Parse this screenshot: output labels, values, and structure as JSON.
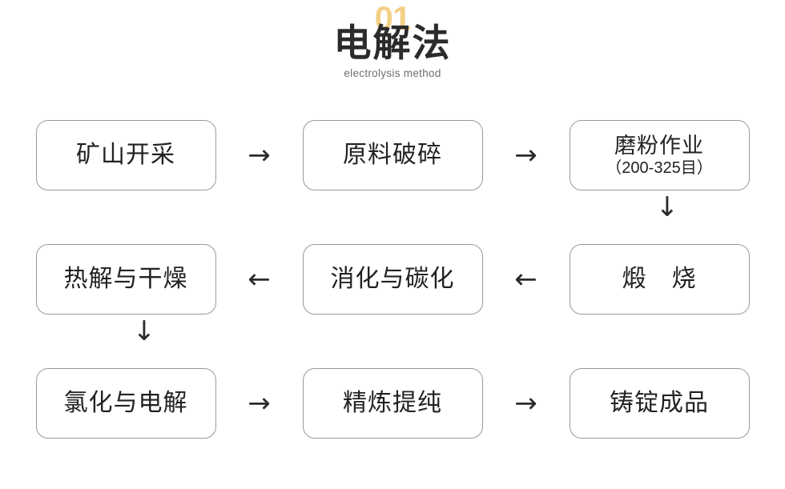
{
  "header": {
    "number": "01",
    "title_cn": "电解法",
    "title_en": "electrolysis method",
    "number_color": "#f3d086",
    "title_color": "#2b2b2b",
    "subtitle_color": "#6f6f6f"
  },
  "flow": {
    "border_color": "#9a9a9a",
    "text_color": "#222222",
    "arrow_right": "→",
    "arrow_left": "←",
    "arrow_down": "↓",
    "rows": [
      {
        "direction": "right",
        "nodes": [
          {
            "label": "矿山开采",
            "sub": ""
          },
          {
            "label": "原料破碎",
            "sub": ""
          },
          {
            "label": "磨粉作业",
            "sub": "（200-325目）"
          }
        ],
        "connectors": [
          "→",
          "→"
        ]
      },
      {
        "direction": "left",
        "nodes": [
          {
            "label": "热解与干燥",
            "sub": ""
          },
          {
            "label": "消化与碳化",
            "sub": ""
          },
          {
            "label": "煅　烧",
            "sub": ""
          }
        ],
        "connectors": [
          "←",
          "←"
        ]
      },
      {
        "direction": "right",
        "nodes": [
          {
            "label": "氯化与电解",
            "sub": ""
          },
          {
            "label": "精炼提纯",
            "sub": ""
          },
          {
            "label": "铸锭成品",
            "sub": ""
          }
        ],
        "connectors": [
          "→",
          "→"
        ]
      }
    ],
    "vertical_connectors": [
      {
        "after_row": 0,
        "column": "right",
        "glyph": "↓"
      },
      {
        "after_row": 1,
        "column": "left",
        "glyph": "↓"
      }
    ]
  }
}
